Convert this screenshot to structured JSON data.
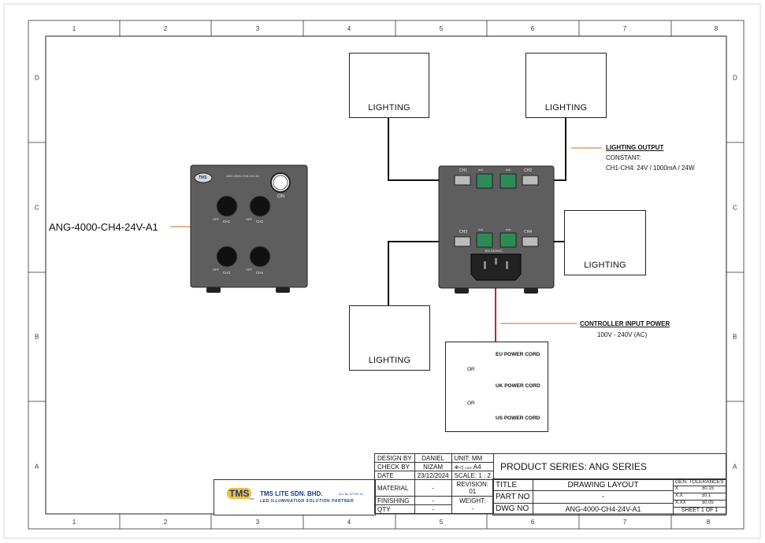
{
  "zones": {
    "columns": [
      "1",
      "2",
      "3",
      "4",
      "5",
      "6",
      "7",
      "8"
    ],
    "rows": [
      "D",
      "C",
      "B",
      "A"
    ]
  },
  "controller_front": {
    "model_label": "ANG-4000-CH4-24V-A1",
    "panel_text": "ANG-4000-CH4-24V-A1",
    "logo_text": "TMS",
    "power_label": "ON",
    "knob_labels": [
      "CH1",
      "CH2",
      "CH3",
      "CH4"
    ],
    "knob_min": "OFF"
  },
  "controller_back": {
    "ports": [
      "CH1",
      "CH2",
      "CH3",
      "CH4"
    ],
    "dip_labels": [
      "mA",
      "mA",
      "mA",
      "mA"
    ],
    "voltage_text": "100-240VAC"
  },
  "lights": [
    {
      "label": "LIGHTING"
    },
    {
      "label": "LIGHTING"
    },
    {
      "label": "LIGHTING"
    },
    {
      "label": "LIGHTING"
    }
  ],
  "lighting_output": {
    "title": "LIGHTING OUTPUT",
    "line1": "CONSTANT:",
    "line2": "CH1-CH4: 24V / 1000mA / 24W"
  },
  "input_power": {
    "title": "CONTROLLER INPUT POWER",
    "line1": "100V - 240V (AC)"
  },
  "power_cords": {
    "items": [
      "EU POWER CORD",
      "UK POWER CORD",
      "US POWER CORD"
    ],
    "separator": "OR"
  },
  "company": {
    "logo": "TMS",
    "logo_sub": "Lite",
    "name": "TMS LITE SDN. BHD.",
    "reg": "(Co. No. 677167-H)",
    "tagline": "LED ILLUMINATION SOLUTION PARTNER"
  },
  "title_block": {
    "design_by_label": "DESIGN BY",
    "design_by": "DANIEL",
    "check_by_label": "CHECK BY",
    "check_by": "NIZAM",
    "date_label": "DATE",
    "date": "23/12/2024",
    "material_label": "MATERIAL",
    "material": "-",
    "finishing_label": "FINISHING",
    "finishing": "-",
    "qty_label": "QTY",
    "qty": "-",
    "unit_label": "UNIT:",
    "unit": "MM",
    "size_label": "SIZE",
    "size": "A4",
    "scale_label": "SCALE:",
    "scale": "1 : 2",
    "revision_label": "REVISION:",
    "revision": "01",
    "weight_label": "WEIGHT:",
    "weight": "-",
    "product_series": "PRODUCT SERIES: ANG SERIES",
    "title_label": "TITLE",
    "title": "DRAWING LAYOUT",
    "part_no_label": "PART NO",
    "part_no": "-",
    "dwg_no_label": "DWG NO",
    "dwg_no": "ANG-4000-CH4-24V-A1",
    "tolerances_label": "GEN. TOLERANCES",
    "tol_x": "X",
    "tol_x_val": "±0.15",
    "tol_xx": "X.X",
    "tol_xx_val": "±0.1",
    "tol_xxx": "X.XX",
    "tol_xxx_val": "±0.05",
    "sheet": "SHEET 1 OF 1"
  },
  "colors": {
    "callout_line": "#d2691e",
    "power_wire": "#cc2222",
    "device_body": "#5e5e5e",
    "frame": "#333333"
  }
}
